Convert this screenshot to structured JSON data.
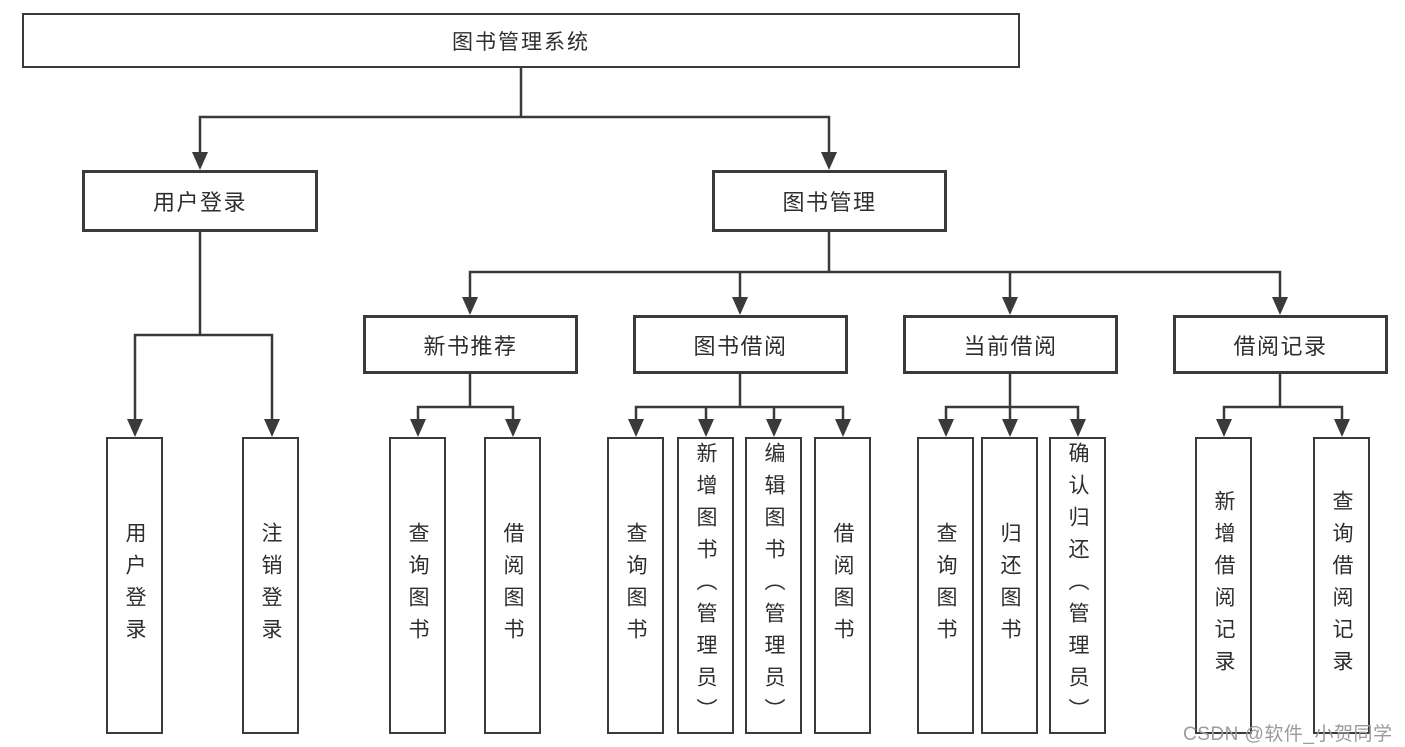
{
  "diagram": {
    "root": {
      "label": "图书管理系统"
    },
    "user_login": {
      "label": "用户登录",
      "leaves": [
        "用户登录",
        "注销登录"
      ]
    },
    "book_mgmt": {
      "label": "图书管理"
    },
    "modules": [
      {
        "label": "新书推荐",
        "leaves": [
          "查询图书",
          "借阅图书"
        ]
      },
      {
        "label": "图书借阅",
        "leaves": [
          "查询图书",
          "新增图书（管理员）",
          "编辑图书（管理员）",
          "借阅图书"
        ]
      },
      {
        "label": "当前借阅",
        "leaves": [
          "查询图书",
          "归还图书",
          "确认归还（管理员）"
        ]
      },
      {
        "label": "借阅记录",
        "leaves": [
          "新增借阅记录",
          "查询借阅记录"
        ]
      }
    ],
    "watermark": {
      "text": "CSDN @软件_小贺同学",
      "color": "#9b9b9b"
    },
    "colors": {
      "line": "#3a3a3a",
      "text": "#2e2e2e",
      "background": "#ffffff",
      "watermark": "#9b9b9b"
    }
  }
}
